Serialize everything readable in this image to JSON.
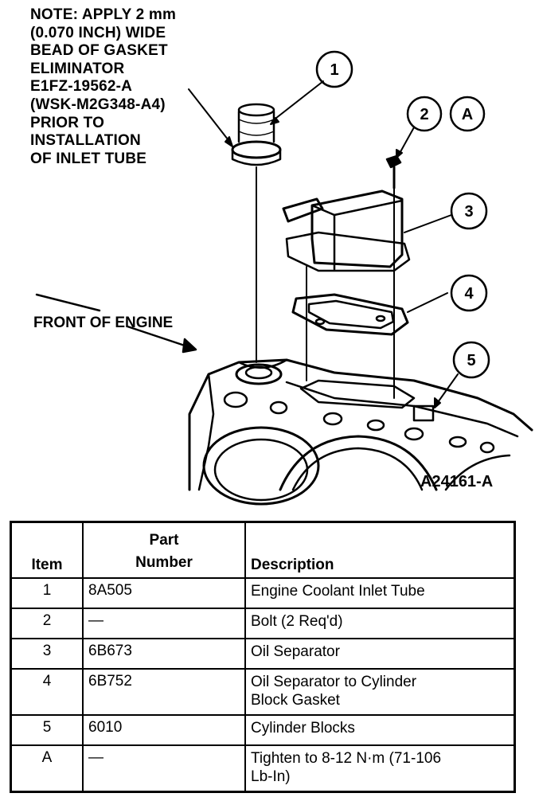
{
  "note": {
    "lines": [
      "NOTE: APPLY 2 mm",
      "(0.070 INCH) WIDE",
      "BEAD OF GASKET",
      "ELIMINATOR",
      "E1FZ-19562-A",
      "(WSK-M2G348-A4)",
      "PRIOR TO",
      "INSTALLATION",
      "OF INLET TUBE"
    ]
  },
  "front_label": "FRONT OF ENGINE",
  "ref_code": "A24161-A",
  "callouts": [
    "1",
    "2",
    "A",
    "3",
    "4",
    "5"
  ],
  "table": {
    "headers": {
      "item": "Item",
      "part_line1": "Part",
      "part_line2": "Number",
      "description": "Description"
    },
    "rows": [
      {
        "item": "1",
        "part": "8A505",
        "desc1": "Engine Coolant Inlet Tube",
        "desc2": ""
      },
      {
        "item": "2",
        "part": "—",
        "desc1": "Bolt (2 Req'd)",
        "desc2": ""
      },
      {
        "item": "3",
        "part": "6B673",
        "desc1": "Oil Separator",
        "desc2": ""
      },
      {
        "item": "4",
        "part": "6B752",
        "desc1": "Oil Separator to Cylinder",
        "desc2": "Block Gasket"
      },
      {
        "item": "5",
        "part": "6010",
        "desc1": "Cylinder Blocks",
        "desc2": ""
      },
      {
        "item": "A",
        "part": "—",
        "desc1": "Tighten to 8-12 N·m (71-106",
        "desc2": "Lb-In)"
      }
    ]
  }
}
